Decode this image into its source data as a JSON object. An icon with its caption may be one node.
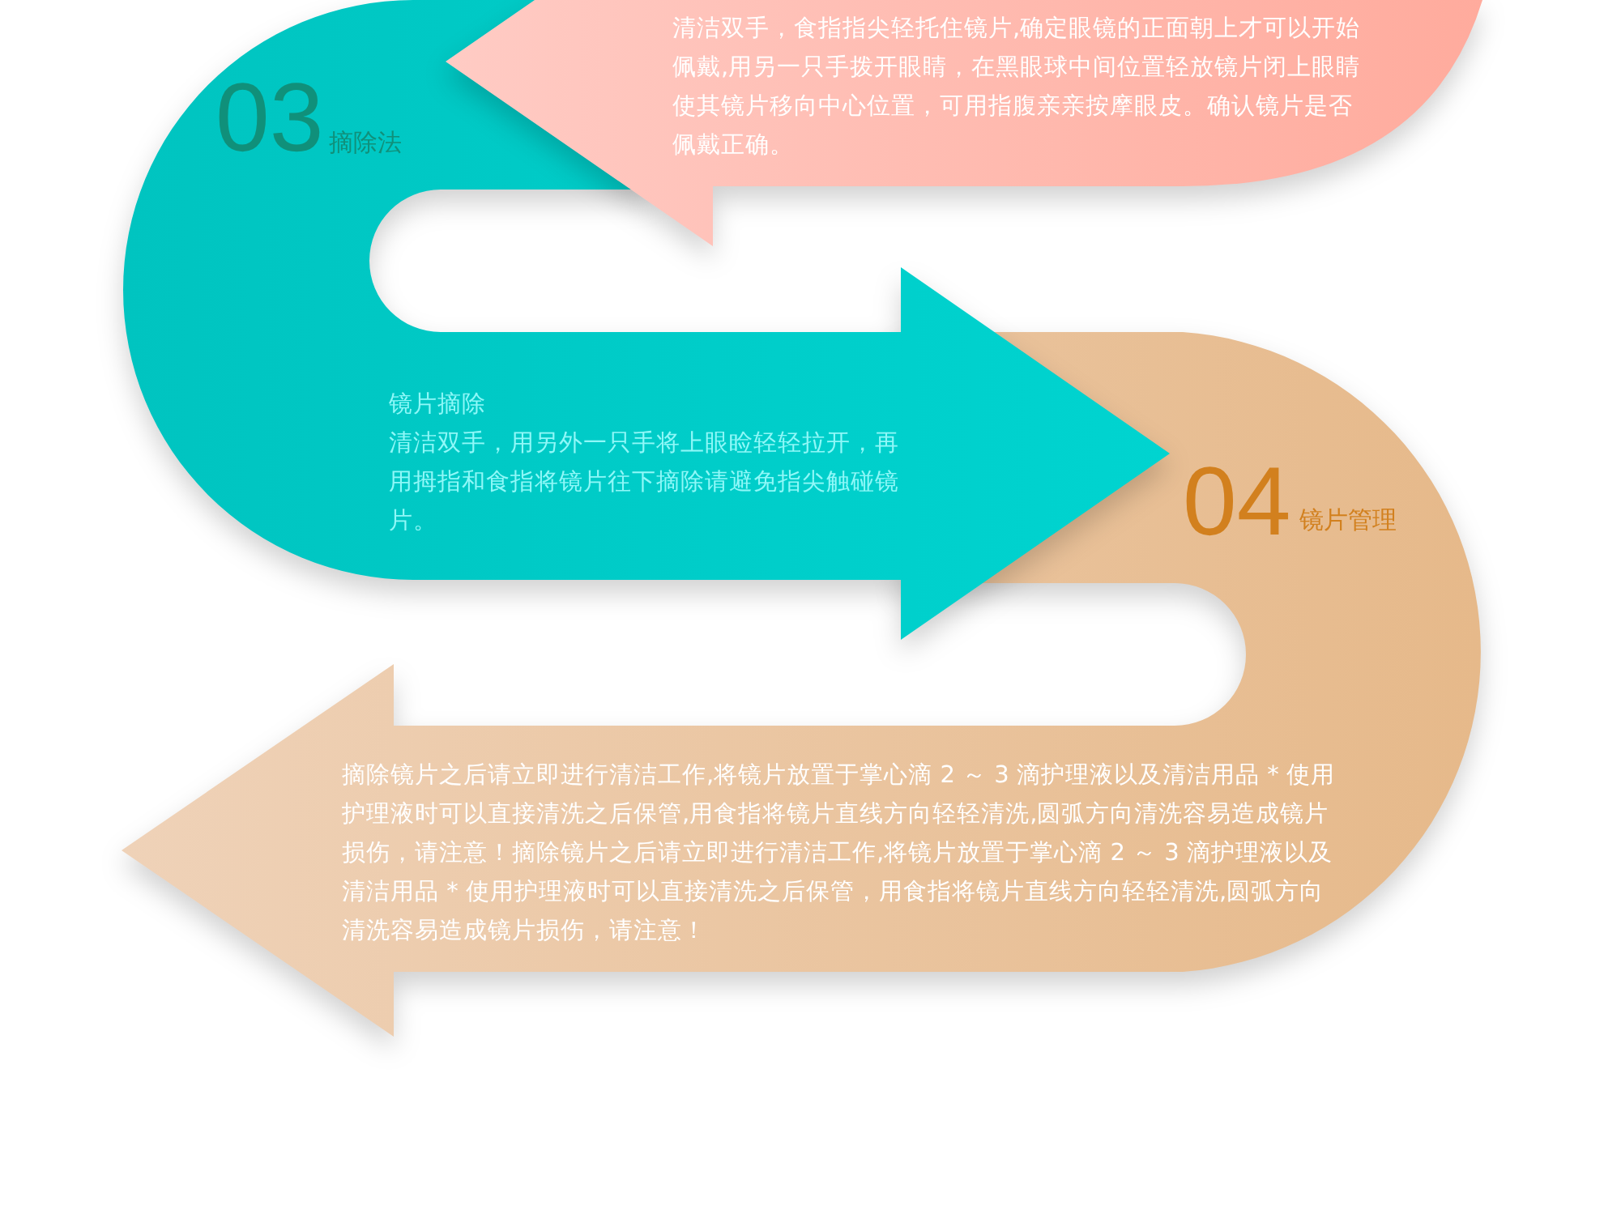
{
  "diagram": {
    "nodes": [
      {
        "text": [
          "清洁双手，食指指尖轻托住镜片,确定眼镜的正面朝上才可以开始佩戴,用另一只手拨开眼睛，在黑眼球中间位置轻放镜片闭上眼睛使其镜片移向中心位置，可用指腹亲亲按摩眼皮。确认镜片是否佩戴正确。"
        ]
      },
      {
        "text": [
          "03",
          "摘除法",
          "镜片摘除",
          "清洁双手，用另外一只手将上眼睑轻轻拉开，再用拇指和食指将镜片往下摘除请避免指尖触碰镜片。"
        ]
      },
      {
        "text": [
          "04",
          "镜片管理",
          "摘除镜片之后请立即进行清洁工作,将镜片放置于掌心滴 2 ～ 3 滴护理液以及清洁用品 * 使用护理液时可以直接清洗之后保管,用食指将镜片直线方向轻轻清洗,圆弧方向清洗容易造成镜片损伤，请注意！摘除镜片之后请立即进行清洁工作,将镜片放置于掌心滴 2 ～ 3 滴护理液以及清洁用品 * 使用护理液时可以直接清洗之后保管，用食指将镜片直线方向轻轻清洗,圆弧方向清洗容易造成镜片损伤，请注意！"
        ]
      }
    ]
  }
}
